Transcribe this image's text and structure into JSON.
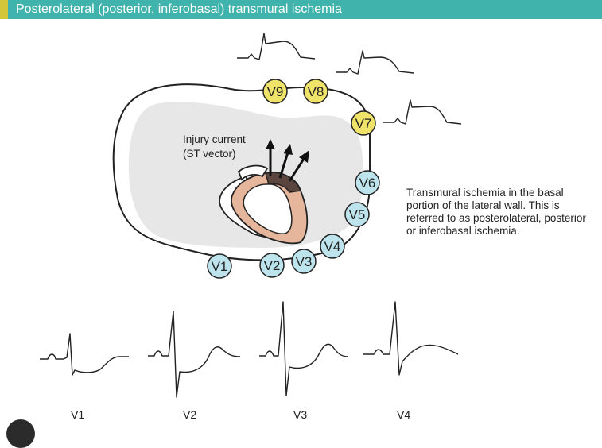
{
  "header": {
    "title": "Posterolateral (posterior, inferobasal) transmural ischemia"
  },
  "diagram": {
    "injury_label_line1": "Injury current",
    "injury_label_line2": "(ST vector)",
    "description": "Transmural ischemia in the basal portion of the lateral wall. This is referred to as posterolateral, posterior or inferobasal ischemia.",
    "electrodes": {
      "v1": "V1",
      "v2": "V2",
      "v3": "V3",
      "v4": "V4",
      "v5": "V5",
      "v6": "V6",
      "v7": "V7",
      "v8": "V8",
      "v9": "V9"
    },
    "bottom_leads": [
      "V1",
      "V2",
      "V3",
      "V4"
    ]
  },
  "colors": {
    "header": "#3fb3ac",
    "header_accent": "#d4c63a",
    "posterior_electrode": "#efe36a",
    "precordial_electrode": "#bde3ec",
    "myocardium": "#e6b69c",
    "ischemic_zone": "#5a463e"
  }
}
